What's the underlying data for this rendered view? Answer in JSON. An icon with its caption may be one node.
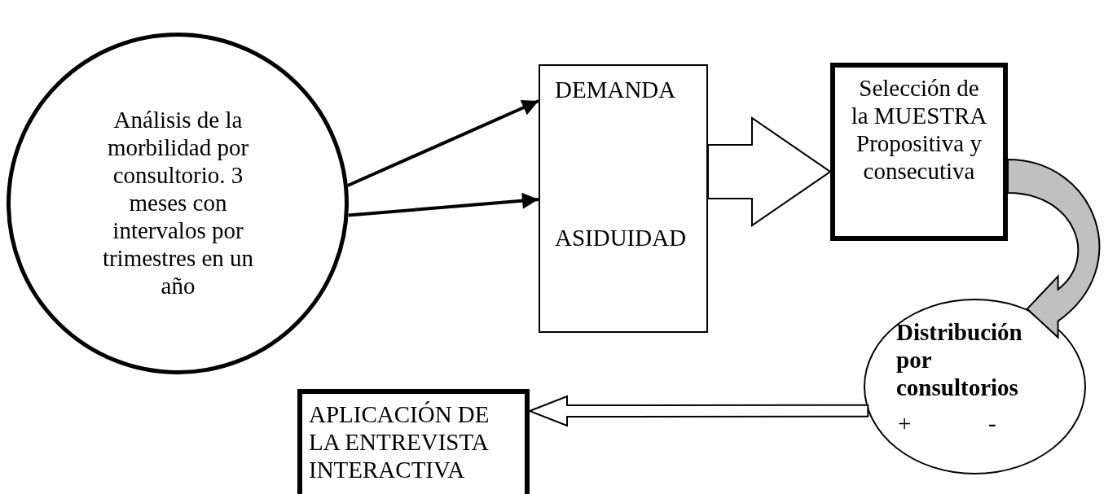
{
  "diagram": {
    "nodes": [
      {
        "text": [
          "Análisis de la morbilidad por consultorio. 3 meses con intervalos por trimestres en un año"
        ]
      },
      {
        "text": [
          "DEMANDA",
          "ASIDUIDAD"
        ]
      },
      {
        "text": [
          "Selección de la MUESTRA Propositiva y consecutiva"
        ]
      },
      {
        "text": [
          "Distribución por consultorios",
          "+",
          "-"
        ]
      },
      {
        "text": [
          "APLICACIÓN DE LA ENTREVISTA INTERACTIVA"
        ]
      }
    ],
    "edges": [
      {
        "from": 0,
        "to": 1,
        "arrow": "to"
      },
      {
        "from": 0,
        "to": 1,
        "arrow": "to"
      },
      {
        "from": 1,
        "to": 2,
        "arrow": "to",
        "style": "thick"
      },
      {
        "from": 2,
        "to": 3,
        "arrow": "to",
        "style": "thick",
        "color": "#c0c0c0"
      },
      {
        "from": 3,
        "to": 4,
        "arrow": "to",
        "style": "thick"
      }
    ]
  }
}
